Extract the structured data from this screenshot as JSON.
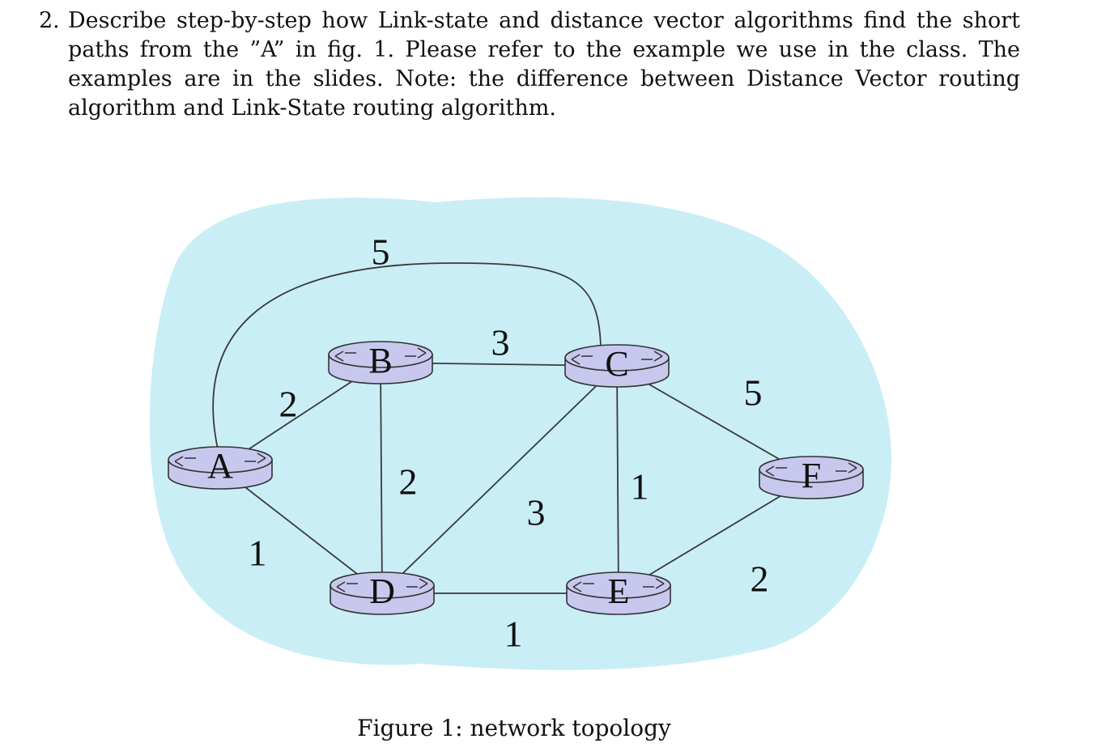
{
  "question": {
    "number": "2.",
    "text": "Describe step-by-step how Link-state and distance vector algorithms find the short paths from the ”A” in fig. 1. Please refer to the example we use in the class. The examples are in the slides. Note: the difference between Distance Vector routing algorithm and Link-State routing algorithm."
  },
  "figure": {
    "caption": "Figure 1: network topology",
    "colors": {
      "cloud": "#c9eef6",
      "router_fill": "#c8c8ef",
      "router_stroke": "#333333",
      "link": "#3a3a3a"
    },
    "nodes": [
      {
        "id": "A",
        "label": "A"
      },
      {
        "id": "B",
        "label": "B"
      },
      {
        "id": "C",
        "label": "C"
      },
      {
        "id": "D",
        "label": "D"
      },
      {
        "id": "E",
        "label": "E"
      },
      {
        "id": "F",
        "label": "F"
      }
    ],
    "links": [
      {
        "from": "A",
        "to": "B",
        "weight": "2"
      },
      {
        "from": "A",
        "to": "C",
        "weight": "5"
      },
      {
        "from": "A",
        "to": "D",
        "weight": "1"
      },
      {
        "from": "B",
        "to": "C",
        "weight": "3"
      },
      {
        "from": "B",
        "to": "D",
        "weight": "2"
      },
      {
        "from": "C",
        "to": "D",
        "weight": "3"
      },
      {
        "from": "C",
        "to": "E",
        "weight": "1"
      },
      {
        "from": "C",
        "to": "F",
        "weight": "5"
      },
      {
        "from": "D",
        "to": "E",
        "weight": "1"
      },
      {
        "from": "E",
        "to": "F",
        "weight": "2"
      }
    ]
  }
}
